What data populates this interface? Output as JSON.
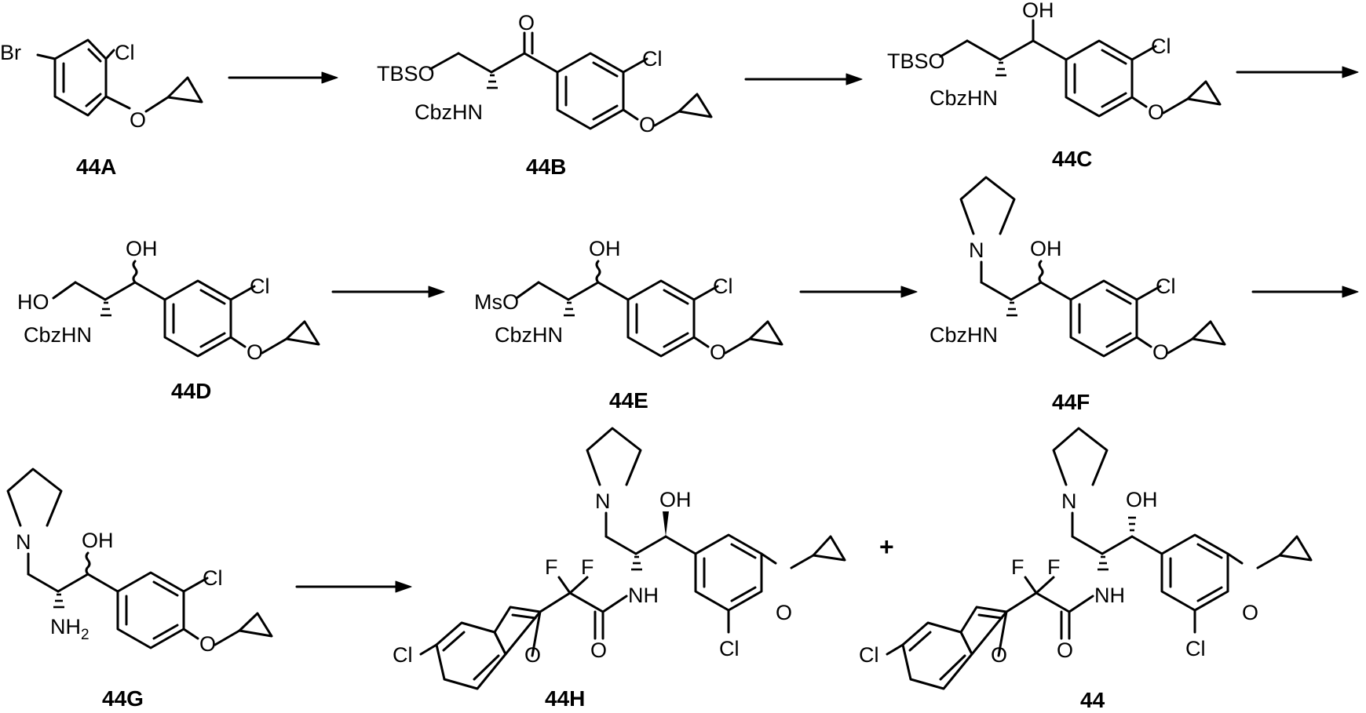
{
  "atoms": {
    "br": "Br",
    "cl": "Cl",
    "o": "O",
    "oh": "OH",
    "ho": "HO",
    "tbso": "TBSO",
    "mso": "MsO",
    "cbzhn": "CbzHN",
    "n": "N",
    "nh": "NH",
    "nh2_main": "NH",
    "nh2_sub": "2",
    "f": "F"
  },
  "compounds": [
    "44A",
    "44B",
    "44C",
    "44D",
    "44E",
    "44F",
    "44G",
    "44H",
    "44"
  ],
  "plus": "+"
}
